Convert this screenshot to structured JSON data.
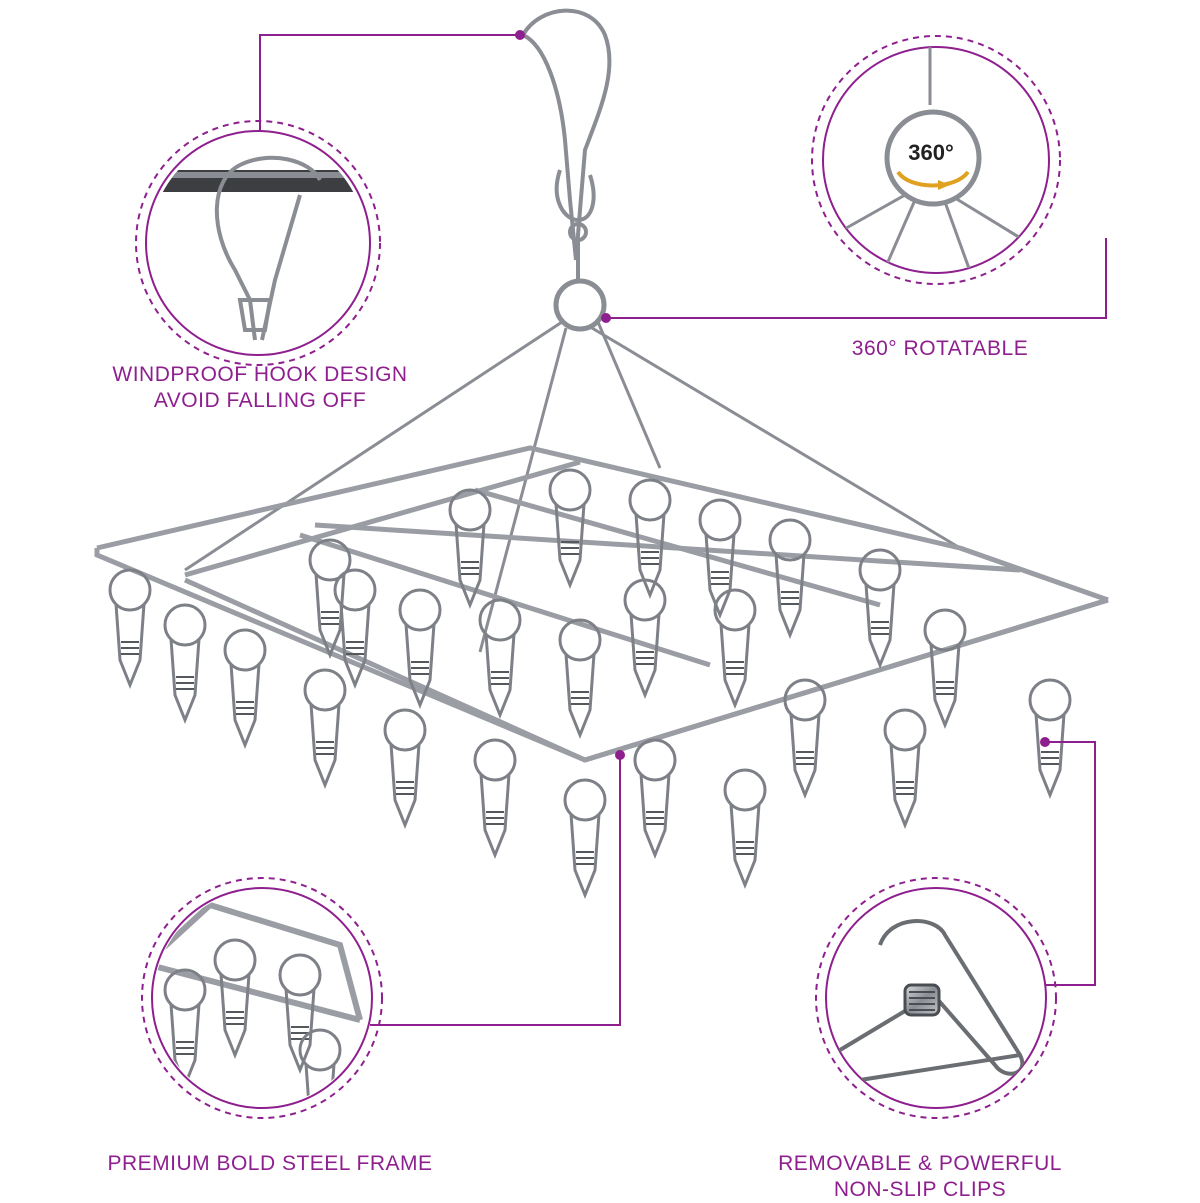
{
  "colors": {
    "accent": "#8e1f8e",
    "steel": "#8a8d93",
    "steel_dark": "#4a4d52",
    "arrow": "#e0a020"
  },
  "icons": [
    "hook-icon",
    "clip-icon",
    "rotation-arrow-icon"
  ],
  "labels": {
    "windproof": {
      "line1": "WINDPROOF HOOK DESIGN",
      "line2": "AVOID FALLING OFF"
    },
    "rotatable": {
      "line1": "360° ROTATABLE"
    },
    "frame": {
      "line1": "PREMIUM BOLD STEEL FRAME"
    },
    "clips": {
      "line1": "REMOVABLE & POWERFUL",
      "line2": "NON-SLIP CLIPS"
    }
  },
  "badge": {
    "text": "360°"
  }
}
